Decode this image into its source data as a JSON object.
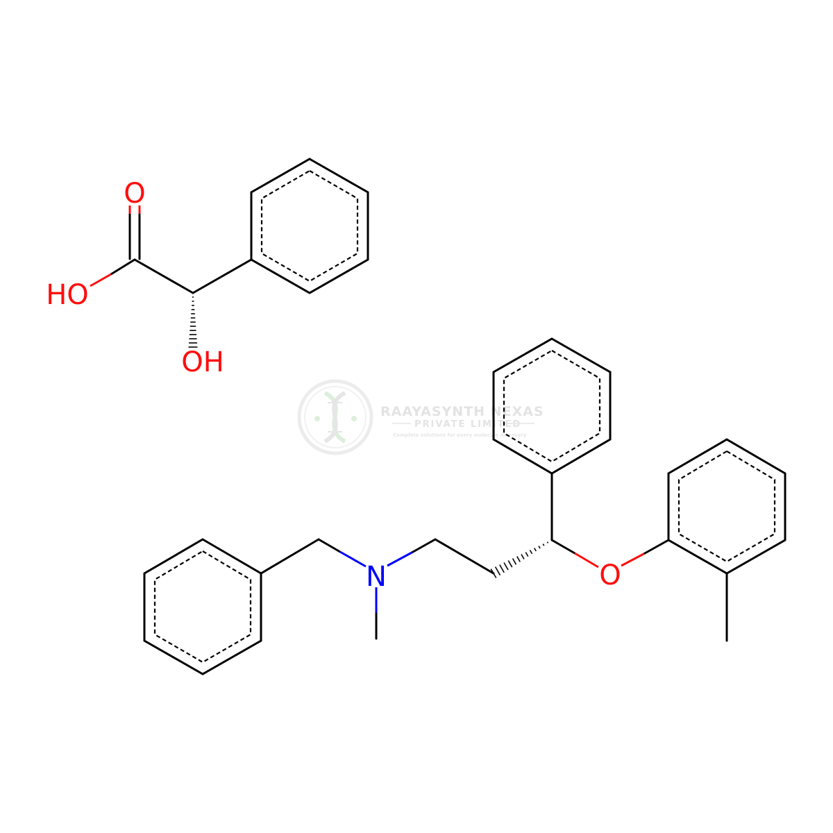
{
  "colors": {
    "bond": "#000000",
    "oxygen": "#ff0d0d",
    "nitrogen": "#0000ff",
    "watermark_gray": "#e3e3e3",
    "watermark_green": "#dcefdc"
  },
  "atoms": {
    "acid_carbonyl_o": "O",
    "acid_hydroxyl": "HO",
    "alpha_hydroxyl": "OH",
    "amine_n": "N",
    "ether_o": "O"
  },
  "watermark": {
    "company": "RAAYASYNTH NEXAS",
    "subtitle": "PRIVATE LIMITED",
    "tagline": "Complete solutions for every molecule discovery",
    "logo_icon": "dna-helix-icon"
  }
}
